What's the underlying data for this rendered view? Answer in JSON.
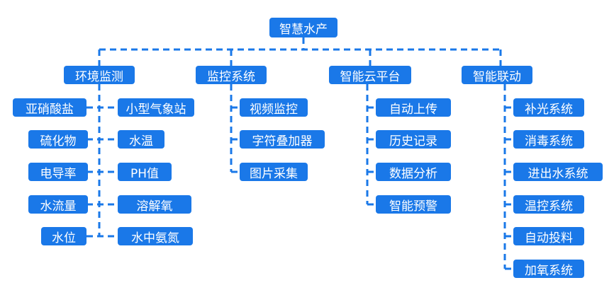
{
  "root": "智慧水产",
  "line_color": "#1a78e8",
  "box_color": "#1a78e8",
  "categories": [
    {
      "label": "环境监测",
      "left_items": [
        "亚硝酸盐",
        "硫化物",
        "电导率",
        "水流量",
        "水位"
      ],
      "right_items": [
        "小型气象站",
        "水温",
        "PH值",
        "溶解氧",
        "水中氨氮"
      ]
    },
    {
      "label": "监控系统",
      "items": [
        "视频监控",
        "字符叠加器",
        "图片采集"
      ]
    },
    {
      "label": "智能云平台",
      "items": [
        "自动上传",
        "历史记录",
        "数据分析",
        "智能预警"
      ]
    },
    {
      "label": "智能联动",
      "items": [
        "补光系统",
        "消毒系统",
        "进出水系统",
        "温控系统",
        "自动投料",
        "加氧系统"
      ]
    }
  ]
}
